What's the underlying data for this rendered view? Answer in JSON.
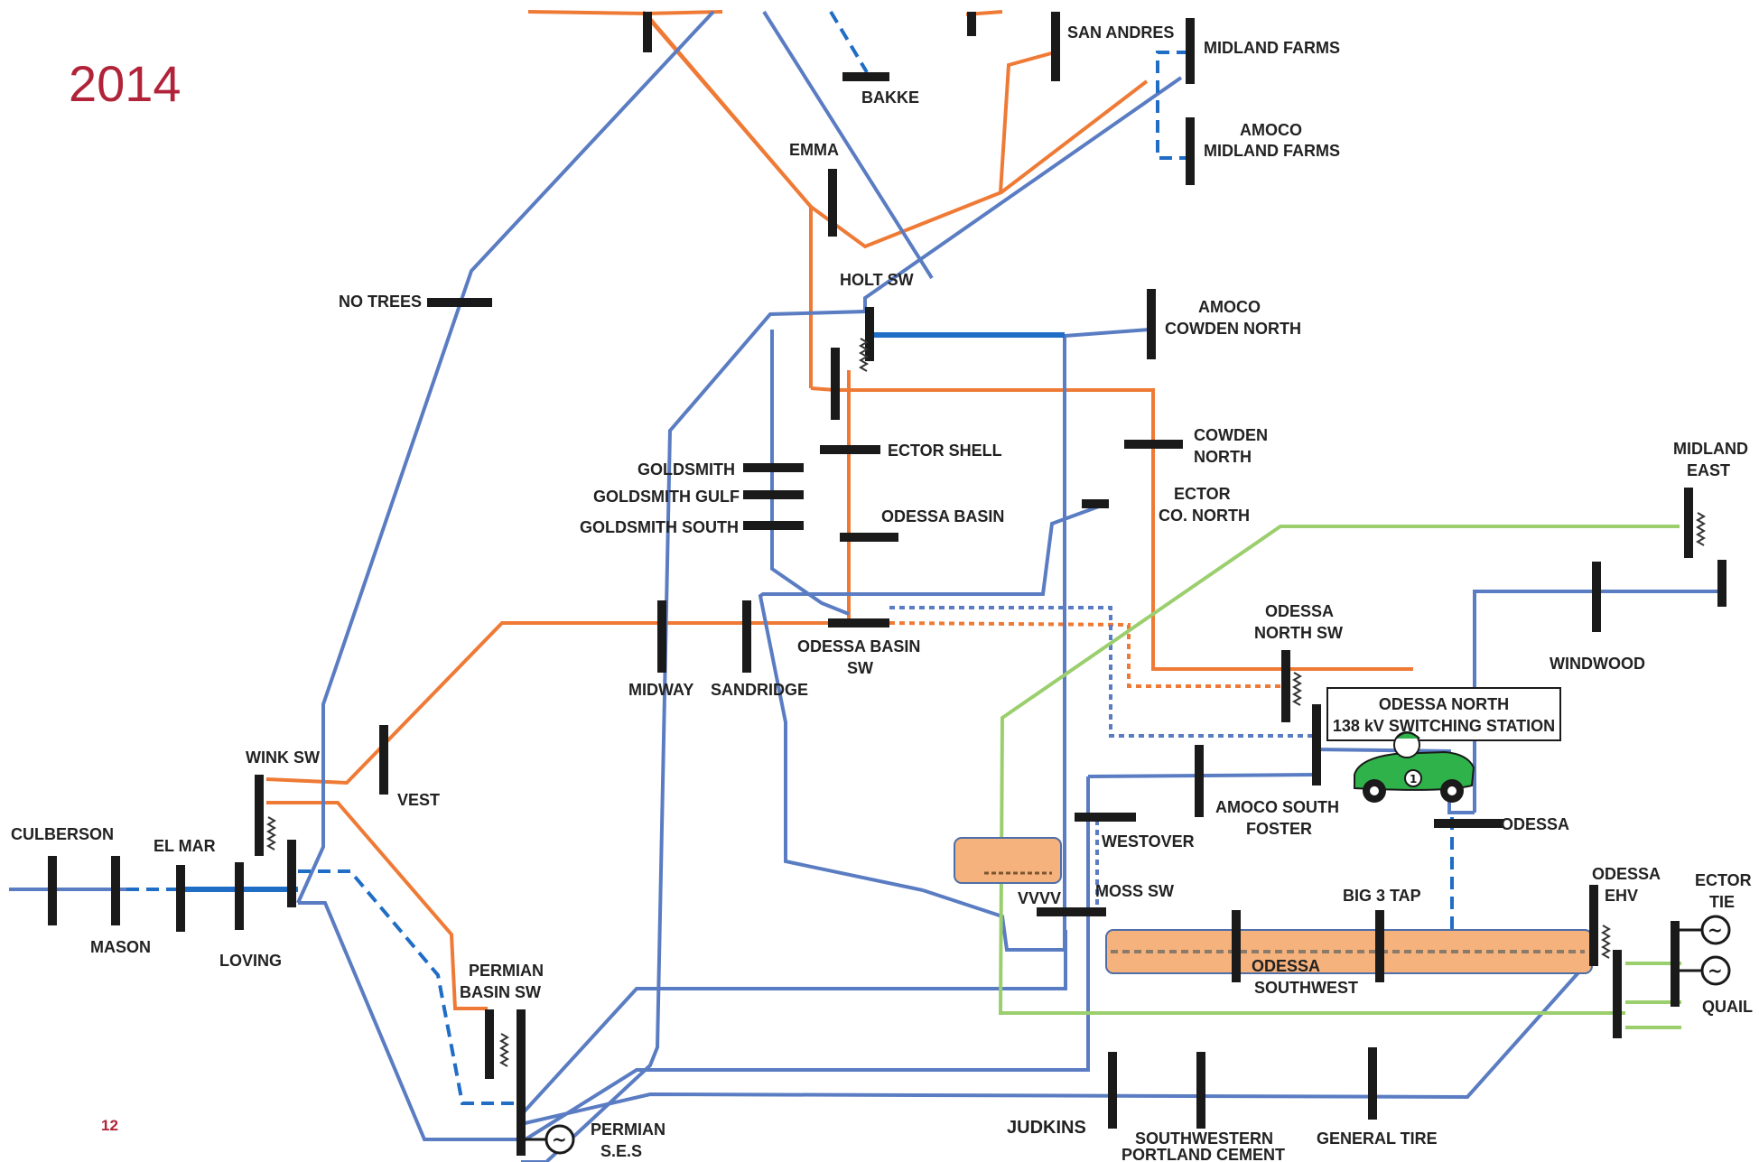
{
  "slide": {
    "year": "2014",
    "page_number": "12"
  },
  "colors": {
    "orange_line": "#ef7a35",
    "blue_line": "#5a7cc2",
    "blue_heavy": "#1f6dc5",
    "green_line": "#9bcf6e",
    "bus": "#1a1a1a",
    "highlight_fill": "#f5b27c",
    "year_text": "#b02338"
  },
  "stations": {
    "san_andres": "SAN ANDRES",
    "midland_farms": "MIDLAND FARMS",
    "amoco_midland_farms_1": "AMOCO",
    "amoco_midland_farms_2": "MIDLAND FARMS",
    "bakke": "BAKKE",
    "emma": "EMMA",
    "no_trees": "NO TREES",
    "holt_sw": "HOLT SW",
    "amoco_cowden_north_1": "AMOCO",
    "amoco_cowden_north_2": "COWDEN NORTH",
    "ector_shell": "ECTOR SHELL",
    "cowden_north_1": "COWDEN",
    "cowden_north_2": "NORTH",
    "goldsmith": "GOLDSMITH",
    "goldsmith_gulf": "GOLDSMITH GULF",
    "goldsmith_south": "GOLDSMITH SOUTH",
    "odessa_basin": "ODESSA BASIN",
    "ector_co_north_1": "ECTOR",
    "ector_co_north_2": "CO. NORTH",
    "midland_east_1": "MIDLAND",
    "midland_east_2": "EAST",
    "odessa_basin_sw_1": "ODESSA BASIN",
    "odessa_basin_sw_2": "SW",
    "midway": "MIDWAY",
    "sandridge": "SANDRIDGE",
    "odessa_north_sw_1": "ODESSA",
    "odessa_north_sw_2": "NORTH SW",
    "windwood": "WINDWOOD",
    "wink_sw": "WINK SW",
    "vest": "VEST",
    "amoco_south_foster_1": "AMOCO SOUTH",
    "amoco_south_foster_2": "FOSTER",
    "odessa": "ODESSA",
    "culberson": "CULBERSON",
    "el_mar": "EL MAR",
    "mason": "MASON",
    "loving": "LOVING",
    "westover": "WESTOVER",
    "moss_sw": "MOSS SW",
    "big3_tap": "BIG 3 TAP",
    "odessa_ehv_1": "ODESSA",
    "odessa_ehv_2": "EHV",
    "ector_tie_1": "ECTOR",
    "ector_tie_2": "TIE",
    "vvvv": "VVVV",
    "odessa_southwest_1": "ODESSA",
    "odessa_southwest_2": "SOUTHWEST",
    "quail": "QUAIL",
    "permian_basin_sw_1": "PERMIAN",
    "permian_basin_sw_2": "BASIN SW",
    "judkins": "JUDKINS",
    "southwestern_portland_1": "SOUTHWESTERN",
    "southwestern_portland_2": "PORTLAND CEMENT",
    "general_tire": "GENERAL TIRE",
    "permian_ses_1": "PERMIAN",
    "permian_ses_2": "S.E.S"
  },
  "callout": {
    "line1": "ODESSA NORTH",
    "line2": "138 kV SWITCHING STATION"
  },
  "car": {
    "number": "1"
  }
}
